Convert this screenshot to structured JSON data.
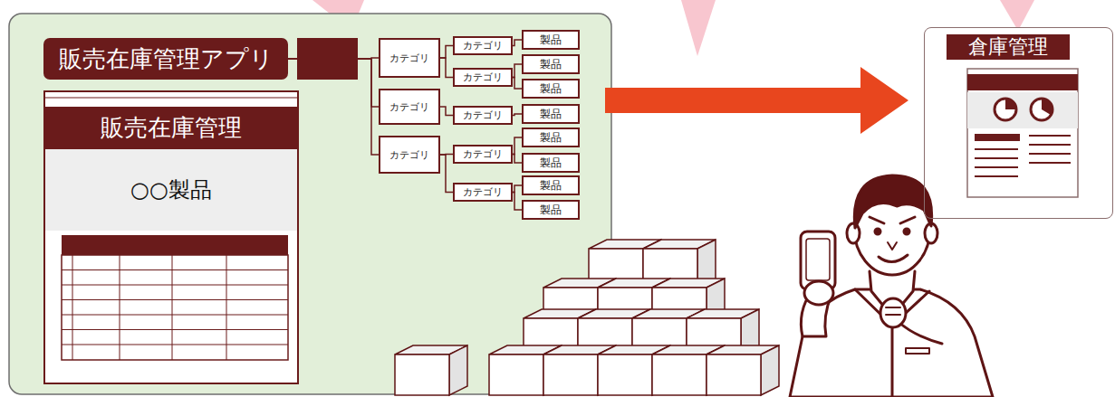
{
  "diagram": {
    "nodes": [
      {
        "text": [
          "販売在庫管理アプリ"
        ]
      },
      {
        "text": [
          "販売在庫管理",
          "○○製品"
        ]
      },
      {
        "text": [
          "カテゴリ"
        ]
      },
      {
        "text": [
          "カテゴリ"
        ]
      },
      {
        "text": [
          "カテゴリ"
        ]
      },
      {
        "text": [
          "カテゴリ"
        ]
      },
      {
        "text": [
          "カテゴリ"
        ]
      },
      {
        "text": [
          "カテゴリ"
        ]
      },
      {
        "text": [
          "カテゴリ"
        ]
      },
      {
        "text": [
          "カテゴリ"
        ]
      },
      {
        "text": [
          "製品"
        ]
      },
      {
        "text": [
          "製品"
        ]
      },
      {
        "text": [
          "製品"
        ]
      },
      {
        "text": [
          "製品"
        ]
      },
      {
        "text": [
          "製品"
        ]
      },
      {
        "text": [
          "製品"
        ]
      },
      {
        "text": [
          "製品"
        ]
      },
      {
        "text": [
          "製品"
        ]
      },
      {
        "text": [
          "倉庫管理"
        ]
      }
    ],
    "edges": [
      {
        "from": 0,
        "to": 2,
        "arrow": "none"
      },
      {
        "from": 0,
        "to": 3,
        "arrow": "none"
      },
      {
        "from": 0,
        "to": 4,
        "arrow": "none"
      },
      {
        "from": 2,
        "to": 5,
        "arrow": "none"
      },
      {
        "from": 2,
        "to": 6,
        "arrow": "none"
      },
      {
        "from": 3,
        "to": 7,
        "arrow": "none"
      },
      {
        "from": 4,
        "to": 8,
        "arrow": "none"
      },
      {
        "from": 4,
        "to": 9,
        "arrow": "none"
      },
      {
        "from": 5,
        "to": 10,
        "arrow": "none"
      },
      {
        "from": 6,
        "to": 11,
        "arrow": "none"
      },
      {
        "from": 6,
        "to": 12,
        "arrow": "none"
      },
      {
        "from": 7,
        "to": 13,
        "arrow": "none"
      },
      {
        "from": 8,
        "to": 14,
        "arrow": "none"
      },
      {
        "from": 8,
        "to": 15,
        "arrow": "none"
      },
      {
        "from": 9,
        "to": 16,
        "arrow": "none"
      },
      {
        "from": 9,
        "to": 17,
        "arrow": "none"
      }
    ]
  }
}
